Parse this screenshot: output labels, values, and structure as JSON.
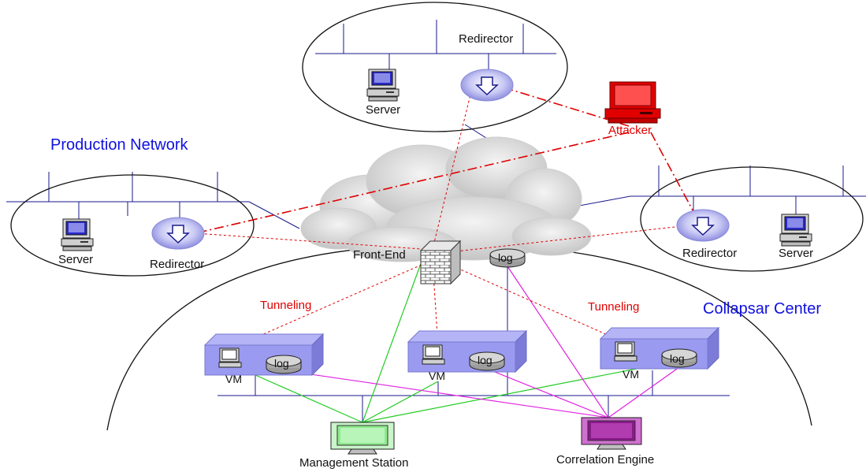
{
  "labels": {
    "production_network": "Production Network",
    "collapsar_center": "Collapsar Center",
    "redirector_top": "Redirector",
    "server_top": "Server",
    "attacker": "Attacker",
    "server_left": "Server",
    "redirector_left": "Redirector",
    "redirector_right": "Redirector",
    "server_right": "Server",
    "front_end": "Front-End",
    "log_front": "log",
    "tunneling_left": "Tunneling",
    "tunneling_right": "Tunneling",
    "vm_1": "VM",
    "vm_2": "VM",
    "vm_3": "VM",
    "log_vm_1": "log",
    "log_vm_2": "log",
    "log_vm_3": "log",
    "management_station": "Management Station",
    "correlation_engine": "Correlation Engine"
  },
  "colors": {
    "network_line": "#1a1a8c",
    "attack_path": "#e00000",
    "management_link": "#22cc22",
    "correlation_link": "#e020e0",
    "vm_box": "#9a9af0",
    "label_blue": "#1010e0",
    "label_red": "#e00000"
  }
}
